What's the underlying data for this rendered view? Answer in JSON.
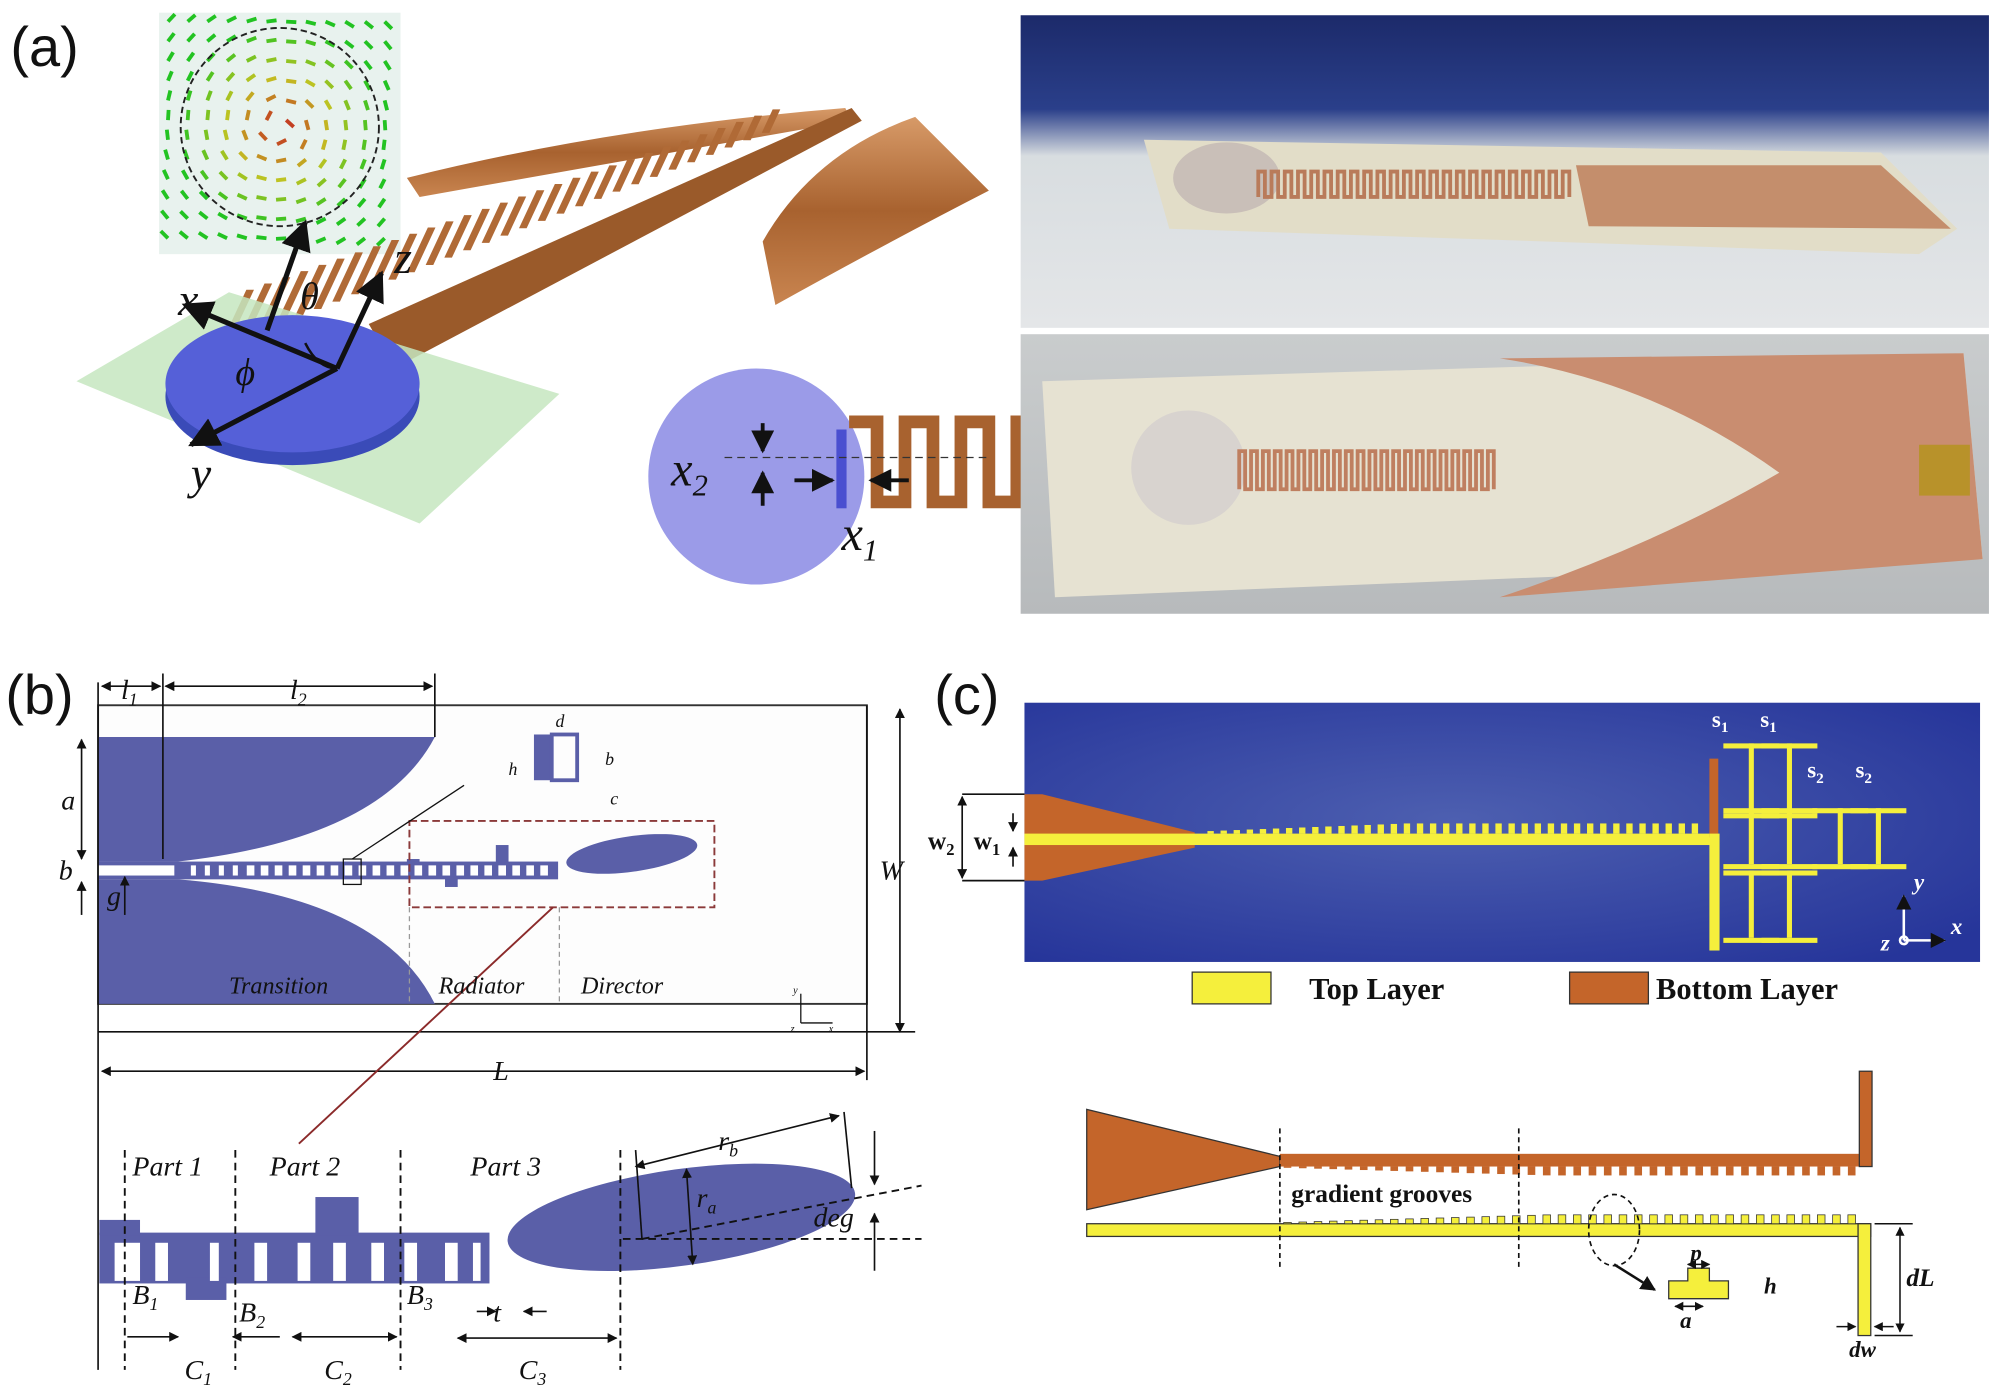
{
  "panels": {
    "a": {
      "label": "(a)",
      "axes": {
        "x": "x",
        "y": "y",
        "z": "z",
        "theta": "θ",
        "phi": "ϕ"
      },
      "inset": {
        "x2": "x",
        "x2_sub": "2",
        "x1": "x",
        "x1_sub": "1"
      }
    },
    "b": {
      "label": "(b)",
      "dims": {
        "l1": "l",
        "l1_sub": "1",
        "l2": "l",
        "l2_sub": "2",
        "a": "a",
        "b": "b",
        "g": "g",
        "W": "W",
        "L": "L",
        "h": "h",
        "d": "d",
        "b2": "b",
        "c": "c"
      },
      "regions": {
        "transition": "Transition",
        "radiator": "Radiator",
        "director": "Director"
      },
      "coord": {
        "y": "y",
        "z": "z",
        "x": "x"
      },
      "detail": {
        "parts": [
          "Part 1",
          "Part 2",
          "Part 3"
        ],
        "B": [
          "B",
          "B",
          "B"
        ],
        "B_sub": [
          "1",
          "2",
          "3"
        ],
        "C": [
          "C",
          "C",
          "C"
        ],
        "C_sub": [
          "1",
          "2",
          "3"
        ],
        "t": "t",
        "rb": "r",
        "rb_sub": "b",
        "ra": "r",
        "ra_sub": "a",
        "deg": "deg"
      }
    },
    "c": {
      "label": "(c)",
      "dims": {
        "s1": "s",
        "s1_sub": "1",
        "s2": "s",
        "s2_sub": "2",
        "w1": "w",
        "w1_sub": "1",
        "w2": "w",
        "w2_sub": "2"
      },
      "coord": {
        "x": "x",
        "y": "y",
        "z": "z"
      },
      "legend": {
        "top": "Top Layer",
        "bottom": "Bottom Layer"
      },
      "detail": {
        "grooves": "gradient grooves",
        "p": "p",
        "h": "h",
        "a": "a",
        "dL": "dL",
        "dw": "dw"
      }
    }
  },
  "colors": {
    "blue_patch": "#5a5fa8",
    "substrate_blue": "#2e3d9c",
    "top_layer": "#f5ef3c",
    "bottom_layer": "#c4652a",
    "copper": "#b8733e"
  }
}
